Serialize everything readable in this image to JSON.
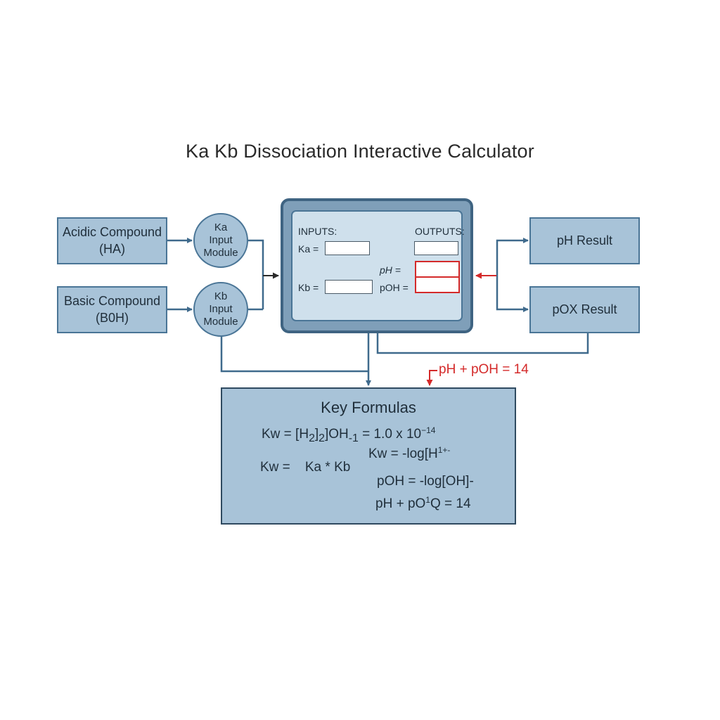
{
  "title": "Ka Kb Dissociation Interactive Calculator",
  "nodes": {
    "acidic": {
      "line1": "Acidic Compound",
      "line2": "(HA)"
    },
    "basic": {
      "line1": "Basic Compound",
      "line2": "(B0H)"
    },
    "ka_module": {
      "line1": "Ka",
      "line2": "Input",
      "line3": "Module"
    },
    "kb_module": {
      "line1": "Kb",
      "line2": "Input",
      "line3": "Module"
    },
    "ph_result": "pH Result",
    "pox_result": "pOX Result"
  },
  "calculator": {
    "inputs_label": "INPUTS:",
    "outputs_label": "OUTPUTS:",
    "ka_label": "Ka =",
    "kb_label": "Kb =",
    "ph_label": "pH =",
    "poh_label": "pOH =",
    "ka_value": "",
    "kb_value": "",
    "output_value": "",
    "ph_value": "",
    "poh_value": ""
  },
  "annotation": "pH + pOH = 14",
  "formulas": {
    "heading": "Key Formulas",
    "kw_line": {
      "text": "Kw = [H",
      "sub1": "2",
      "mid1": "]",
      "sub2": "2",
      "mid2": "]OH",
      "sub3": "-1",
      "rest": " = 1.0 x 10",
      "exp": "−14"
    },
    "kw_product": "Kw =    Ka * Kb",
    "kw_log": {
      "text": "Kw = -log[H",
      "sup": "1+-"
    },
    "poh_log": "pOH = -log[OH]-",
    "ph_sum": {
      "text": "pH + pO",
      "sup": "1",
      "rest": "Q = 14"
    }
  },
  "colors": {
    "box_fill": "#a8c3d8",
    "box_border": "#4a7596",
    "wire": "#3f6a8c",
    "accent_red": "#d42a2a"
  }
}
